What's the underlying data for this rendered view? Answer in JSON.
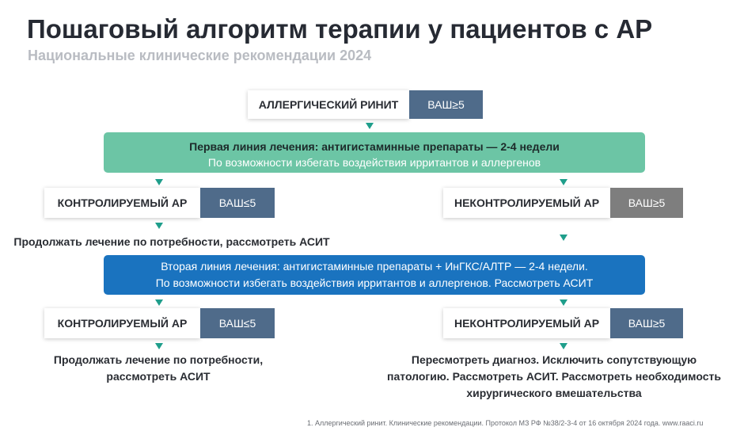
{
  "title": "Пошаговый алгоритм терапии у пациентов с АР",
  "subtitle": "Национальные клинические рекомендации 2024",
  "top": {
    "label": "АЛЛЕРГИЧЕСКИЙ РИНИТ",
    "vas": "ВАШ≥5"
  },
  "first_line": {
    "main": "Первая линия лечения: антигистаминные препараты — 2-4 недели",
    "sub": "По возможности избегать воздействия ирритантов и аллергенов"
  },
  "row1": {
    "left": {
      "label": "КОНТРОЛИРУЕМЫЙ АР",
      "vas": "ВАШ≤5"
    },
    "right": {
      "label": "НЕКОНТРОЛИРУЕМЫЙ АР",
      "vas": "ВАШ≥5"
    },
    "left_note": "Продолжать лечение по потребности, рассмотреть АСИТ"
  },
  "second_line": {
    "line1": "Вторая линия лечения: антигистаминные препараты + ИнГКС/АЛТР — 2-4 недели.",
    "line2": "По возможности избегать воздействия ирритантов и аллергенов. Рассмотреть АСИТ"
  },
  "row2": {
    "left": {
      "label": "КОНТРОЛИРУЕМЫЙ АР",
      "vas": "ВАШ≤5"
    },
    "right": {
      "label": "НЕКОНТРОЛИРУЕМЫЙ АР",
      "vas": "ВАШ≥5"
    },
    "left_note_1": "Продолжать лечение по потребности,",
    "left_note_2": "рассмотреть АСИТ",
    "right_note_1": "Пересмотреть диагноз. Исключить сопутствующую",
    "right_note_2": "патологию. Рассмотреть АСИТ. Рассмотреть необходимость",
    "right_note_3": "хирургического вмешательства"
  },
  "footnote": "1. Аллергический ринит. Клинические рекомендации. Протокол МЗ РФ №38/2-3-4 от 16 октября 2024 года. www.raaci.ru",
  "colors": {
    "teal_box": "#6cc5a5",
    "blue_box": "#1a73bf",
    "vas_blue": "#4f6b8a",
    "vas_grey": "#7e7e7e",
    "arrow": "#1f9e8b"
  }
}
